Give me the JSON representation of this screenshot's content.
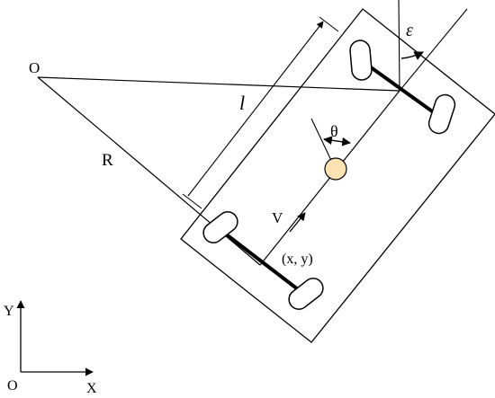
{
  "labels": {
    "origin_top": "O",
    "radius": "R",
    "length": "l",
    "steer": "ε",
    "theta": "θ",
    "velocity": "V",
    "position": "(x, y)",
    "axis_y": "Y",
    "axis_origin": "O",
    "axis_x": "X"
  },
  "colors": {
    "stroke": "#000000",
    "wheel_fill": "#ffffff",
    "center_fill": "#fde2b4"
  }
}
